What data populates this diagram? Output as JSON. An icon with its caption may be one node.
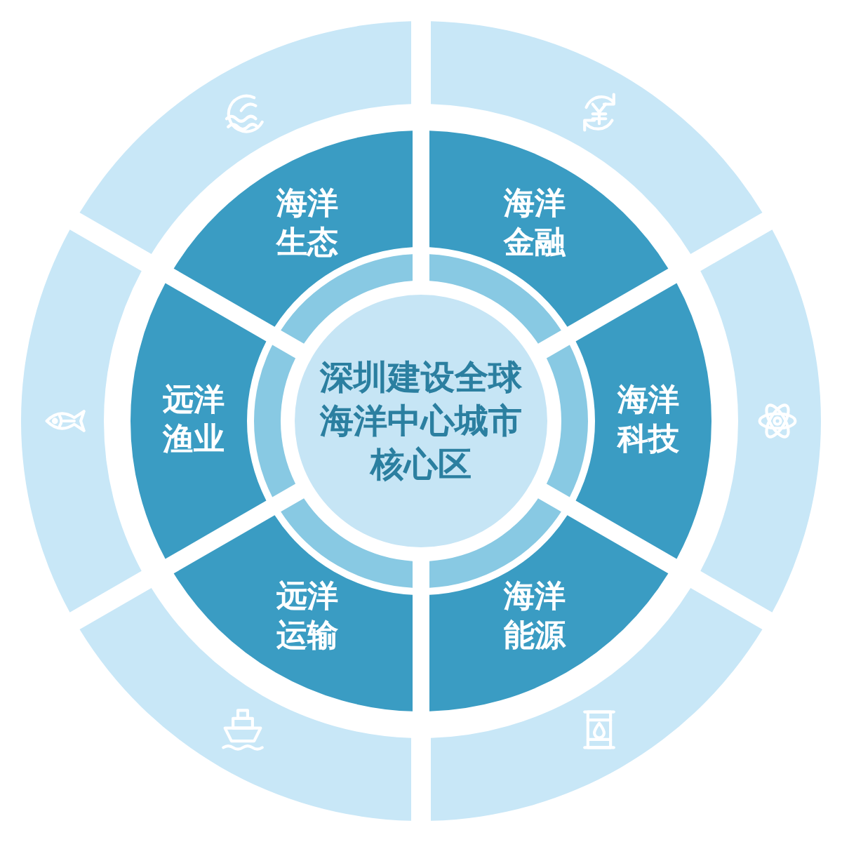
{
  "diagram": {
    "nodes": [
      {
        "text": [
          "深圳建设全球海洋中心城市核心区"
        ]
      },
      {
        "text": [
          "海洋生态"
        ]
      },
      {
        "text": [
          "海洋金融"
        ]
      },
      {
        "text": [
          "海洋科技"
        ]
      },
      {
        "text": [
          "海洋能源"
        ]
      },
      {
        "text": [
          "远洋运输"
        ]
      },
      {
        "text": [
          "远洋渔业"
        ]
      }
    ]
  }
}
